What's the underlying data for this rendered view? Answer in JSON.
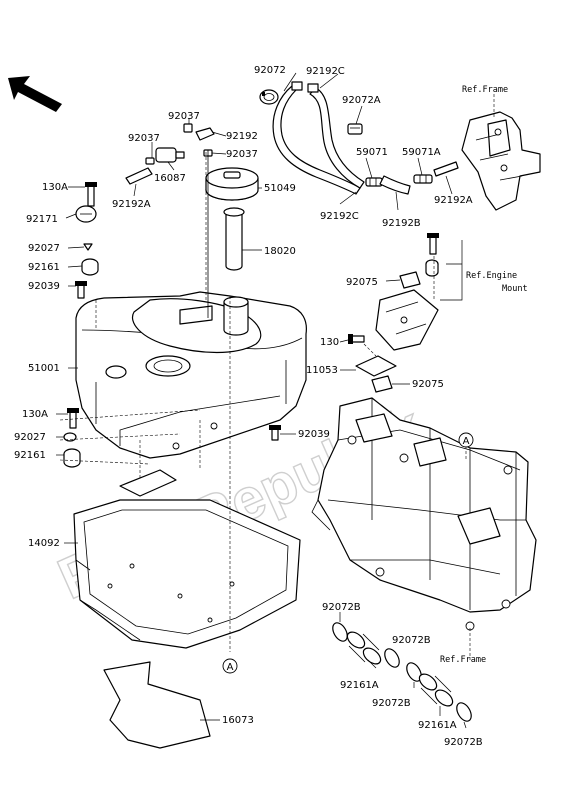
{
  "watermark": "PartsRepublik",
  "labels": {
    "l92072_top": "92072",
    "l92192C_top": "92192C",
    "l92072A": "92072A",
    "l92037_a": "92037",
    "l92192": "92192",
    "l92037_b": "92037",
    "l92037_c": "92037",
    "l16087": "16087",
    "l130A_1": "130A",
    "l92192A_1": "92192A",
    "l59071": "59071",
    "l59071A": "59071A",
    "l51049": "51049",
    "l92192C_2": "92192C",
    "l92192B": "92192B",
    "l92192A_2": "92192A",
    "l92171": "92171",
    "l18020": "18020",
    "l92027_1": "92027",
    "l92161_1": "92161",
    "l92039_1": "92039",
    "l92075_1": "92075",
    "l51001": "51001",
    "l130": "130",
    "l11053": "11053",
    "l92075_2": "92075",
    "l130A_2": "130A",
    "l92027_2": "92027",
    "l92039_2": "92039",
    "l92161_2": "92161",
    "l14092": "14092",
    "l92072B_1": "92072B",
    "l92072B_2": "92072B",
    "l92161A_1": "92161A",
    "l92072B_3": "92072B",
    "l92161A_2": "92161A",
    "l92072B_4": "92072B",
    "l16073": "16073"
  },
  "refs": {
    "ref_frame_top": "Ref.Frame",
    "ref_engine_1": "Ref.Engine",
    "ref_engine_2": "Mount",
    "ref_frame_bottom": "Ref.Frame"
  },
  "markers": {
    "circle_a_right": "A",
    "circle_a_bottom": "A"
  }
}
